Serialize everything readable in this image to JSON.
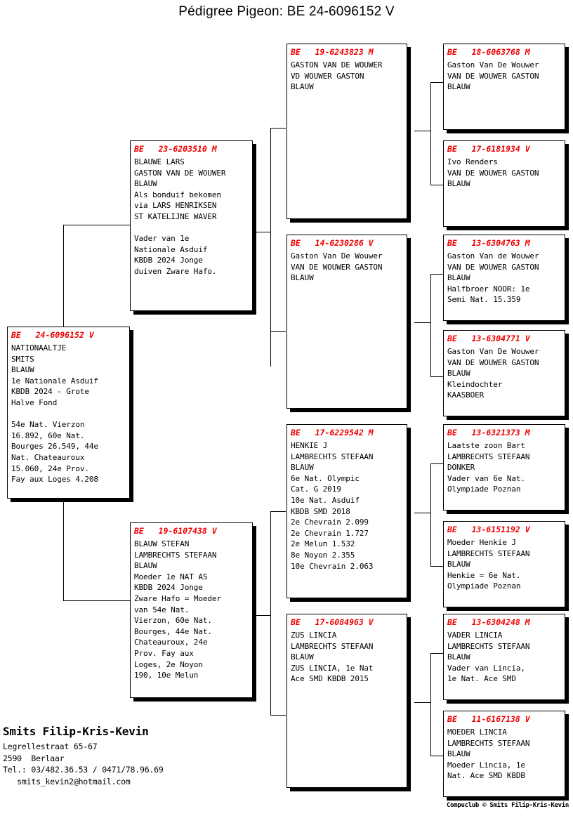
{
  "title": "Pédigree Pigeon: BE  24-6096152 V",
  "colors": {
    "ring_red": "#ee0000",
    "text_black": "#000000",
    "background": "#ffffff"
  },
  "subject": {
    "ring": "BE   24-6096152 V",
    "details": "NATIONAALTJE\nSMITS\nBLAUW\n1e Nationale Asduif\nKBDB 2024 - Grote\nHalve Fond\n\n54e Nat. Vierzon\n16.892, 60e Nat.\nBourges 26.549, 44e\nNat. Chateauroux\n15.060, 24e Prov.\nFay aux Loges 4.208"
  },
  "gen2": [
    {
      "ring": "BE   23-6203510 M",
      "details": "BLAUWE LARS\nGASTON VAN DE WOUWER\nBLAUW\nAls bonduif bekomen\nvia LARS HENRIKSEN\nST KATELIJNE WAVER\n\nVader van 1e\nNationale Asduif\nKBDB 2024 Jonge\nduiven Zware Hafo."
    },
    {
      "ring": "BE   19-6107438 V",
      "details": "BLAUW STEFAN\nLAMBRECHTS STEFAAN\nBLAUW\nMoeder 1e NAT AS\nKBDB 2024 Jonge\nZware Hafo = Moeder\nvan 54e Nat.\nVierzon, 60e Nat.\nBourges, 44e Nat.\nChateauroux, 24e\nProv. Fay aux\nLoges, 2e Noyon\n190, 10e Melun"
    }
  ],
  "gen3": [
    {
      "ring": "BE   19-6243823 M",
      "details": "GASTON VAN DE WOUWER\nVD WOUWER GASTON\nBLAUW"
    },
    {
      "ring": "BE   14-6230286 V",
      "details": "Gaston Van De Wouwer\nVAN DE WOUWER GASTON\nBLAUW"
    },
    {
      "ring": "BE   17-6229542 M",
      "details": "HENKIE J\nLAMBRECHTS STEFAAN\nBLAUW\n6e Nat. Olympic\nCat. G 2019\n10e Nat. Asduif\nKBDB SMD 2018\n2e Chevrain 2.099\n2e Chevrain 1.727\n2e Melun 1.532\n8e Noyon 2.355\n10e Chevrain 2.063"
    },
    {
      "ring": "BE   17-6084963 V",
      "details": "ZUS LINCIA\nLAMBRECHTS STEFAAN\nBLAUW\nZUS LINCIA, 1e Nat\nAce SMD KBDB 2015"
    }
  ],
  "gen4": [
    {
      "ring": "BE   18-6063768 M",
      "details": "Gaston Van De Wouwer\nVAN DE WOUWER GASTON\nBLAUW"
    },
    {
      "ring": "BE   17-6181934 V",
      "details": "Ivo Renders\nVAN DE WOUWER GASTON\nBLAUW"
    },
    {
      "ring": "BE   13-6304763 M",
      "details": "Gaston Van de Wouwer\nVAN DE WOUWER GASTON\nBLAUW\nHalfbroer NOOR: 1e\nSemi Nat. 15.359"
    },
    {
      "ring": "BE   13-6304771 V",
      "details": "Gaston Van De Wouwer\nVAN DE WOUWER GASTON\nBLAUW\nKleindochter\nKAASBOER"
    },
    {
      "ring": "BE   13-6321373 M",
      "details": "Laatste zoon Bart\nLAMBRECHTS STEFAAN\nDONKER\nVader van 6e Nat.\nOlympiade Poznan"
    },
    {
      "ring": "BE   13-6151192 V",
      "details": "Moeder Henkie J\nLAMBRECHTS STEFAAN\nBLAUW\nHenkie = 6e Nat.\nOlympiade Poznan"
    },
    {
      "ring": "BE   13-6304248 M",
      "details": "VADER LINCIA\nLAMBRECHTS STEFAAN\nBLAUW\nVader van Lincia,\n1e Nat. Ace SMD"
    },
    {
      "ring": "BE   11-6167138 V",
      "details": "MOEDER LINCIA\nLAMBRECHTS STEFAAN\nBLAUW\nMoeder Lincia, 1e\nNat. Ace SMD KBDB"
    }
  ],
  "owner": {
    "name": "Smits Filip-Kris-Kevin",
    "address": "Legrellestraat 65-67\n2590  Berlaar\nTel.: 03/482.36.53 / 0471/78.96.69\n   smits_kevin2@hotmail.com"
  },
  "footer": {
    "compuclub": "Compuclub © Smits Filip-Kris-Kevin"
  }
}
